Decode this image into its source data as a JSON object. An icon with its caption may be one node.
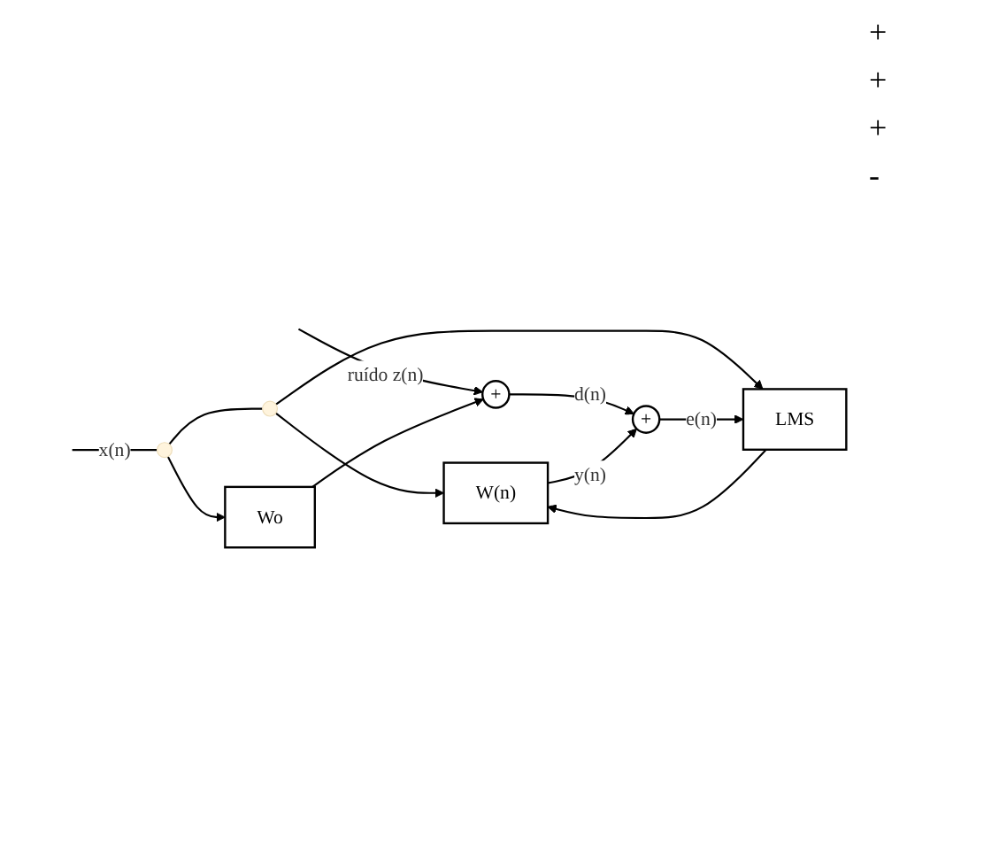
{
  "diagram": {
    "nodes": [
      {
        "text": [],
        "shape": "circle"
      },
      {
        "text": [
          "Wo"
        ]
      },
      {
        "text": [
          "+"
        ]
      },
      {
        "text": [
          "+"
        ]
      },
      {
        "text": [],
        "shape": "circle"
      },
      {
        "text": [
          "W(n)"
        ]
      },
      {
        "text": [
          "LMS"
        ]
      }
    ],
    "edges": [
      {
        "from": null,
        "to": 0,
        "arrow": "none",
        "label": "x(n)"
      },
      {
        "from": 0,
        "to": 4,
        "arrow": "none"
      },
      {
        "from": 4,
        "to": 5,
        "arrow": "to"
      },
      {
        "from": 4,
        "to": 6,
        "arrow": "to"
      },
      {
        "from": 0,
        "to": 1,
        "arrow": "to"
      },
      {
        "from": null,
        "to": 2,
        "arrow": "to",
        "label": "ruído z(n)"
      },
      {
        "from": 1,
        "to": 2,
        "arrow": "to"
      },
      {
        "from": 2,
        "to": 3,
        "arrow": "to",
        "label": "d(n)"
      },
      {
        "from": 5,
        "to": 3,
        "arrow": "to",
        "label": "y(n)"
      },
      {
        "from": 3,
        "to": 6,
        "arrow": "to",
        "label": "e(n)"
      },
      {
        "from": 6,
        "to": 5,
        "arrow": "to"
      }
    ],
    "labels": [
      "+",
      "+",
      "+",
      "-"
    ]
  }
}
